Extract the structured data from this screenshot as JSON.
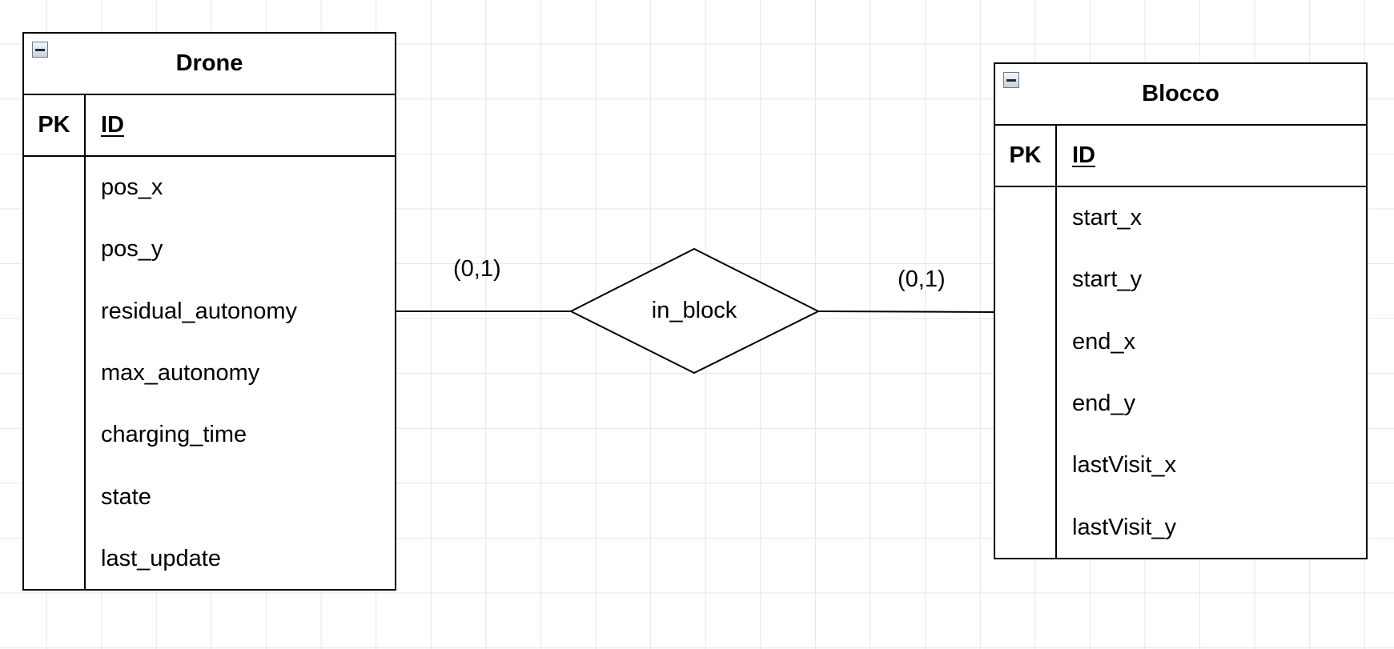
{
  "entities": {
    "drone": {
      "title": "Drone",
      "pk_label": "PK",
      "pk_name": "ID",
      "attributes": [
        "pos_x",
        "pos_y",
        "residual_autonomy",
        "max_autonomy",
        "charging_time",
        "state",
        "last_update"
      ]
    },
    "blocco": {
      "title": "Blocco",
      "pk_label": "PK",
      "pk_name": "ID",
      "attributes": [
        "start_x",
        "start_y",
        "end_x",
        "end_y",
        "lastVisit_x",
        "lastVisit_y"
      ]
    }
  },
  "relationship": {
    "name": "in_block",
    "left_cardinality": "(0,1)",
    "right_cardinality": "(0,1)"
  },
  "colors": {
    "line": "#000000",
    "grid": "#e6e6e6",
    "background": "#ffffff"
  }
}
